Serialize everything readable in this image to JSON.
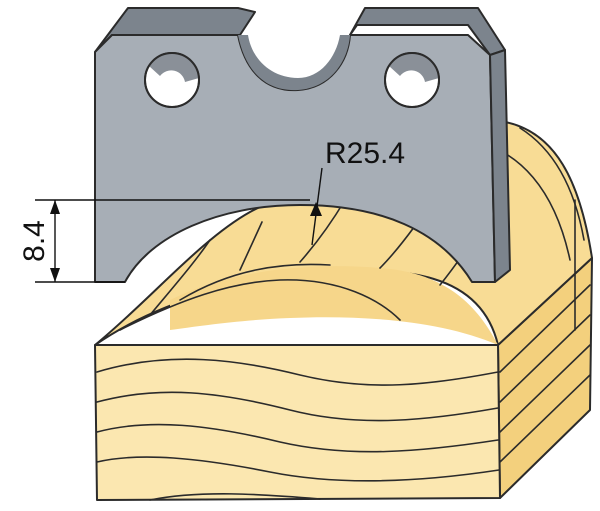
{
  "diagram": {
    "annotations": {
      "radius_label": "R25.4",
      "depth_label": "8.4"
    },
    "colors": {
      "blade_face": "#a7aeb6",
      "blade_bevel": "#7c848d",
      "blade_hole": "#8a9098",
      "wood_face": "#fbe7b0",
      "wood_top": "#f8dc95",
      "wood_side": "#f3d07d",
      "outline": "#2b2b2b"
    },
    "icons": [
      "profile-knife-blade",
      "wood-workpiece"
    ]
  }
}
